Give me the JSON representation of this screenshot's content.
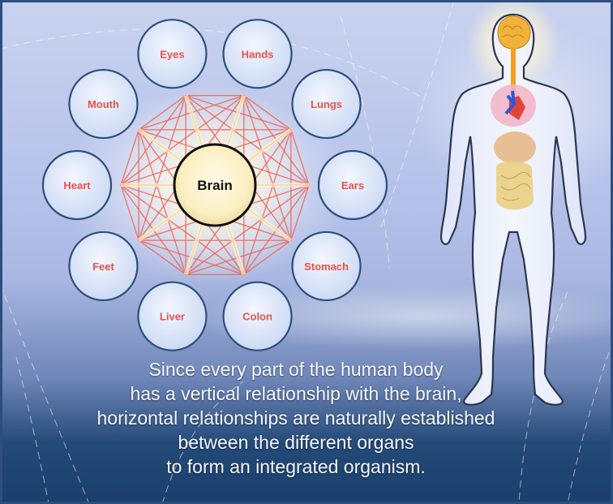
{
  "diagram": {
    "center_label": "Brain",
    "organs": [
      "Eyes",
      "Hands",
      "Lungs",
      "Ears",
      "Stomach",
      "Colon",
      "Liver",
      "Feet",
      "Heart",
      "Mouth"
    ]
  },
  "caption": {
    "lines": [
      "Since every part of the human body",
      "has a vertical relationship with the brain,",
      "horizontal relationships are naturally established",
      "between the different organs",
      "to form an integrated organism."
    ]
  },
  "colors": {
    "organ_text": "#e8524a",
    "connection_lines": "#f0655a",
    "node_fill": "#dde7fa",
    "node_border": "#2a4f7c"
  }
}
